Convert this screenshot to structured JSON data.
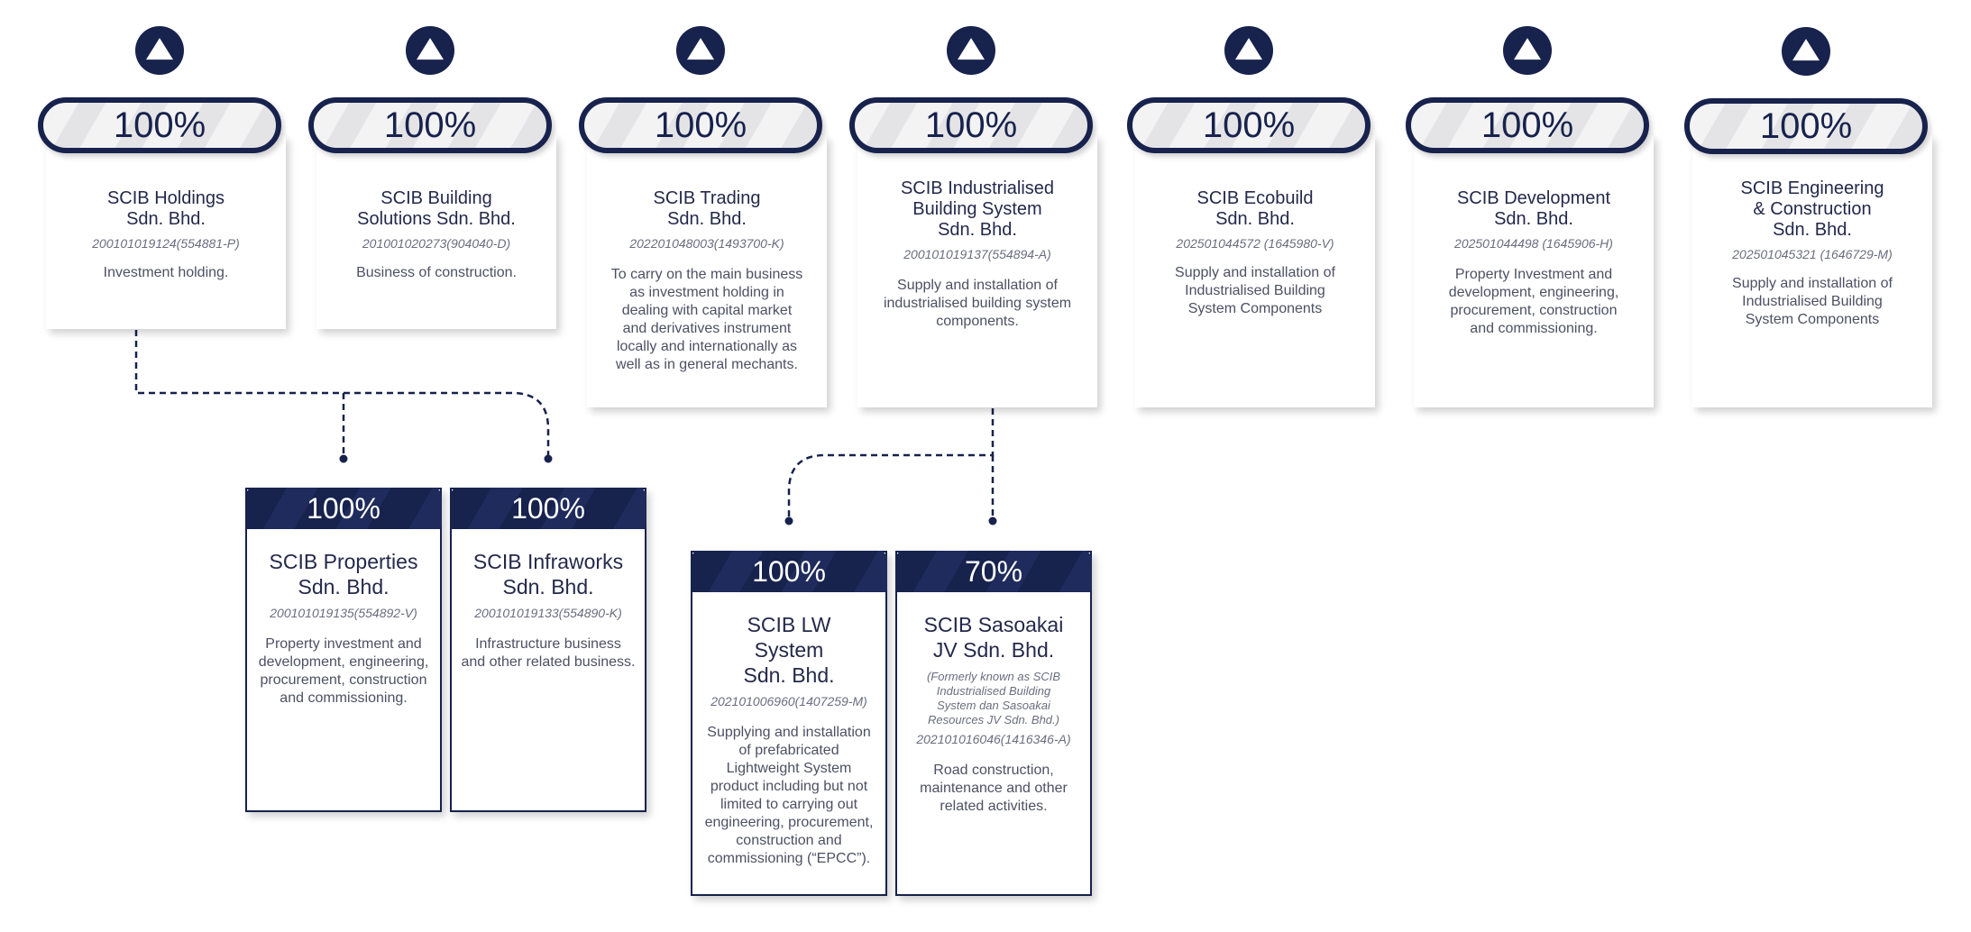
{
  "top_level": [
    {
      "percent": "100%",
      "name": "SCIB Holdings\nSdn. Bhd.",
      "reg": "200101019124(554881-P)",
      "desc": "Investment holding."
    },
    {
      "percent": "100%",
      "name": "SCIB Building\nSolutions Sdn. Bhd.",
      "reg": "201001020273(904040-D)",
      "desc": "Business of construction."
    },
    {
      "percent": "100%",
      "name": "SCIB Trading\nSdn. Bhd.",
      "reg": "202201048003(1493700-K)",
      "desc": "To carry on the main business\nas investment holding in\ndealing with capital market\nand derivatives instrument\nlocally and internationally as\nwell as in general mechants."
    },
    {
      "percent": "100%",
      "name": "SCIB Industrialised\nBuilding System\nSdn. Bhd.",
      "reg": "200101019137(554894-A)",
      "desc": "Supply and installation of\nindustrialised building system\ncomponents."
    },
    {
      "percent": "100%",
      "name": "SCIB Ecobuild\nSdn. Bhd.",
      "reg": "202501044572 (1645980-V)",
      "desc": "Supply and installation of\nIndustrialised Building\nSystem Components"
    },
    {
      "percent": "100%",
      "name": "SCIB Development\nSdn. Bhd.",
      "reg": "202501044498 (1645906-H)",
      "desc": "Property Investment and\ndevelopment, engineering,\nprocurement, construction\nand commissioning."
    },
    {
      "percent": "100%",
      "name": "SCIB Engineering\n& Construction\nSdn. Bhd.",
      "reg": "202501045321 (1646729-M)",
      "desc": "Supply and installation of\nIndustrialised Building\nSystem Components"
    }
  ],
  "subsidiaries": [
    {
      "parent": 0,
      "percent": "100%",
      "name": "SCIB Properties\nSdn. Bhd.",
      "reg": "200101019135(554892-V)",
      "former": "",
      "desc": "Property investment and\ndevelopment, engineering,\nprocurement, construction\nand commissioning."
    },
    {
      "parent": 0,
      "percent": "100%",
      "name": "SCIB Infraworks\nSdn. Bhd.",
      "reg": "200101019133(554890-K)",
      "former": "",
      "desc": "Infrastructure business\nand other related business."
    },
    {
      "parent": 3,
      "percent": "100%",
      "name": "SCIB LW\nSystem\nSdn. Bhd.",
      "reg": "202101006960(1407259-M)",
      "former": "",
      "desc": "Supplying and installation\nof prefabricated\nLightweight System\nproduct including but not\nlimited to carrying out\nengineering, procurement,\nconstruction and\ncommissioning (“EPCC”)."
    },
    {
      "parent": 3,
      "percent": "70%",
      "name": "SCIB Sasoakai\nJV Sdn. Bhd.",
      "reg": "202101016046(1416346-A)",
      "former": "(Formerly known as SCIB\nIndustrialised Building\nSystem dan Sasoakai\nResources JV Sdn. Bhd.)",
      "desc": "Road construction,\nmaintenance and other\nrelated activities."
    }
  ],
  "colors": {
    "navy": "#17224d",
    "text": "#24294a",
    "muted": "#6a6d7f"
  },
  "icons": [
    "triangle-up-icon"
  ]
}
